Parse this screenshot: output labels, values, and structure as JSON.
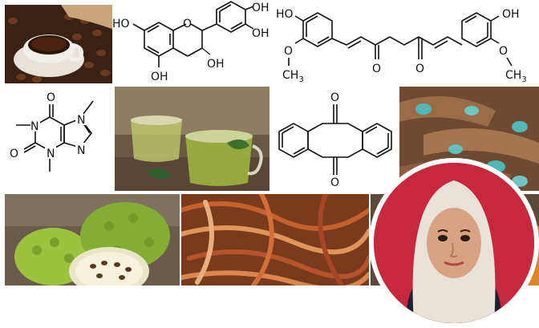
{
  "tiles": {
    "coffee": {
      "icon": "coffee-cup-photo"
    },
    "catechin": {
      "labels": {
        "oh1": "HO",
        "oh2": "OH",
        "oh3": "OH",
        "oh4": "OH",
        "oh5": "OH",
        "o": "O"
      }
    },
    "curcumin": {
      "labels": {
        "ho": "HO",
        "oh": "OH",
        "o1": "O",
        "o2": "O",
        "och3a": "CH",
        "sub3a": "3",
        "och3b": "CH",
        "sub3b": "3",
        "oa": "O",
        "ob": "O"
      }
    },
    "caffeine": {
      "labels": {
        "o1": "O",
        "o2": "O",
        "n1": "N",
        "n2": "N",
        "n3": "N",
        "n4": "N"
      }
    },
    "green_tea": {
      "icon": "green-tea-photo"
    },
    "anthraquinone": {
      "labels": {
        "o1": "O",
        "o2": "O"
      }
    },
    "turmeric": {
      "icon": "turmeric-root-photo"
    },
    "noni": {
      "icon": "noni-fruit-photo"
    },
    "bark": {
      "icon": "bark-shavings-photo"
    },
    "spice": {
      "icon": "spice-photo"
    },
    "portrait": {
      "icon": "portrait-photo"
    }
  },
  "colors": {
    "coffee": "#5a3420",
    "tea": "#9bb24a",
    "turmeric": "#8a5a3a",
    "turmeric_cut": "#4fb7b8",
    "noni": "#9dc23f",
    "bark": "#c4622d",
    "portrait_bg": "#c7283d",
    "hijab": "#e9e2d8"
  }
}
